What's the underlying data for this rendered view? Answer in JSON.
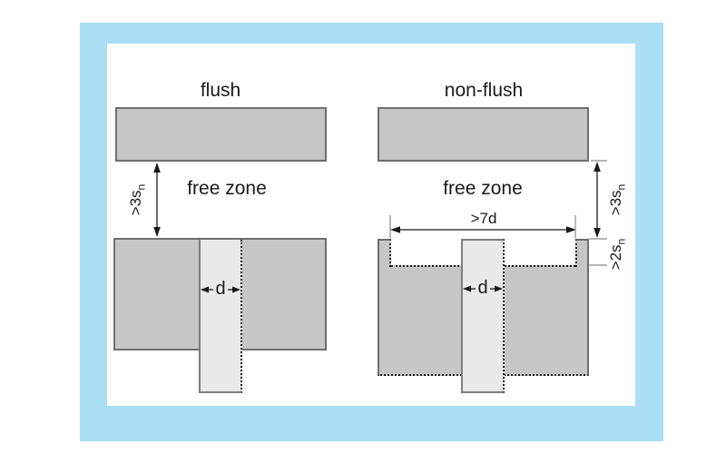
{
  "diagram": {
    "left": {
      "title": "flush",
      "free_zone_label": "free zone",
      "clearance_label": {
        "main": ">3s",
        "sub": "n"
      },
      "diameter_label": "d"
    },
    "right": {
      "title": "non-flush",
      "free_zone_label": "free zone",
      "clearance_label": {
        "main": ">3s",
        "sub": "n"
      },
      "protrusion_label": {
        "main": ">2s",
        "sub": "n"
      },
      "recess_width_label": ">7d",
      "diameter_label": "d"
    },
    "colors": {
      "frame": "#aadef5",
      "material_fill": "#c6c6c6",
      "material_border": "#6e6e6e",
      "sensor_fill": "#e9e9e9",
      "sensor_border": "#7d7d7d",
      "line": "#1a1a1a",
      "ref_line": "#8a8a8a",
      "dotted": "#1c1c1c",
      "text": "#1a1a1a"
    }
  }
}
